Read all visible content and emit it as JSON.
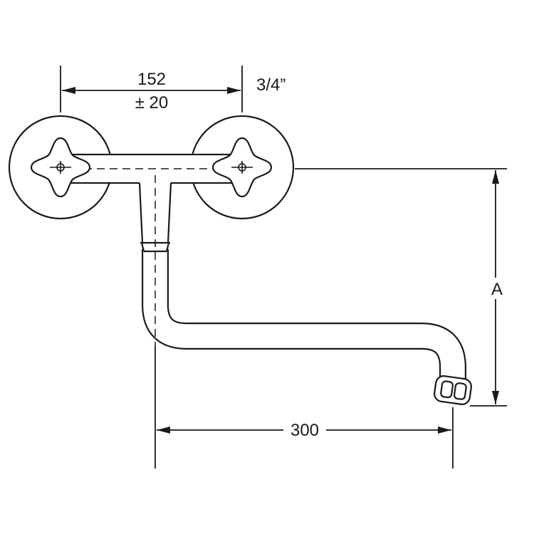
{
  "labels": {
    "center_distance": "152",
    "center_distance_tolerance": "± 20",
    "thread_size": "3/4”",
    "height": "A",
    "spout_reach": "300"
  },
  "colors": {
    "line": "#1a1a1a",
    "background": "#ffffff"
  }
}
